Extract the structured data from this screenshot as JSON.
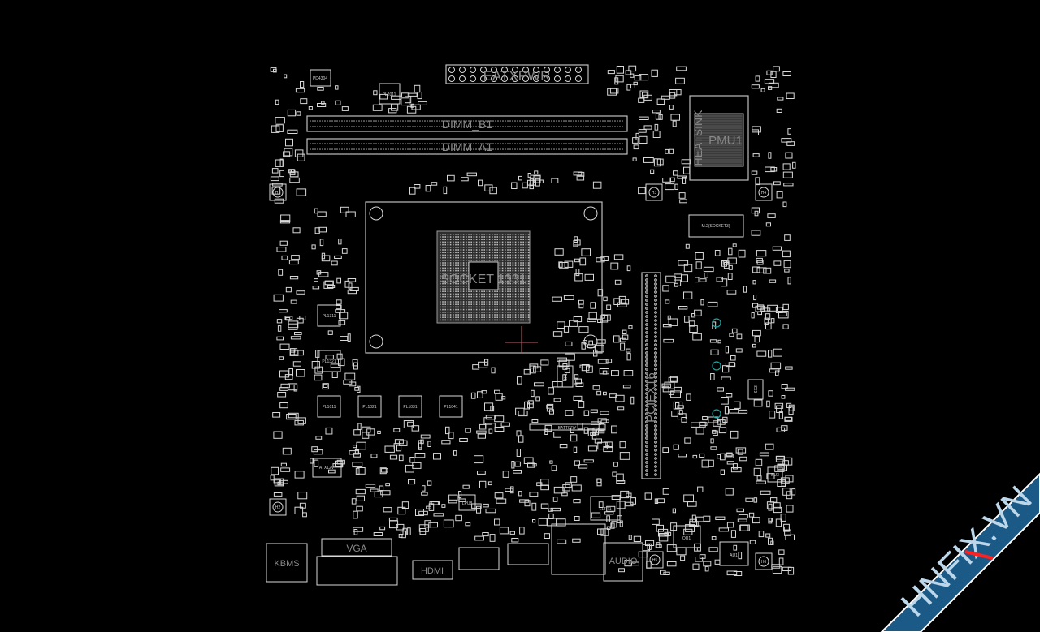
{
  "board": {
    "connectors": {
      "power": "EATXPWR",
      "dimm_b": "DIMM_B1",
      "dimm_a": "DIMM_A1",
      "m2": "M.2(SOCKET3)",
      "pcie": "PCIEX16",
      "atx12v": "ATX12V",
      "battery": "BATTERY",
      "kbms": "KBMS",
      "vga": "VGA",
      "hdmi": "HDMI",
      "audio": "AUDIO"
    },
    "cpu_socket": "SOCKET 1331",
    "chipset": {
      "label": "PMU1",
      "heatsink": "HEATSINK"
    },
    "chips": {
      "sx1": "SX1",
      "sx3": "SX3",
      "l1tr1": "L1TR1",
      "ou1": "OU1",
      "au1": "AU1",
      "bu3": "BU3",
      "pl2011": "PL2011",
      "pd4304": "PD4304",
      "pl1311": "PL1311",
      "pl1321": "PL1321",
      "pl1011": "PL1011",
      "pl1021": "PL1021",
      "pl1031": "PL1031",
      "pl1041": "PL1041",
      "lpu8": "LPU8"
    },
    "holes": [
      "H1",
      "H2",
      "H3",
      "H4",
      "H5",
      "H6"
    ]
  },
  "watermark": {
    "text": "HNFIX.VN",
    "band_color": "#1b5a86",
    "accent_color": "#ff2020"
  },
  "colors": {
    "background": "#000000",
    "outline": "#d8d8d8",
    "marker": "#1aa3a3"
  }
}
